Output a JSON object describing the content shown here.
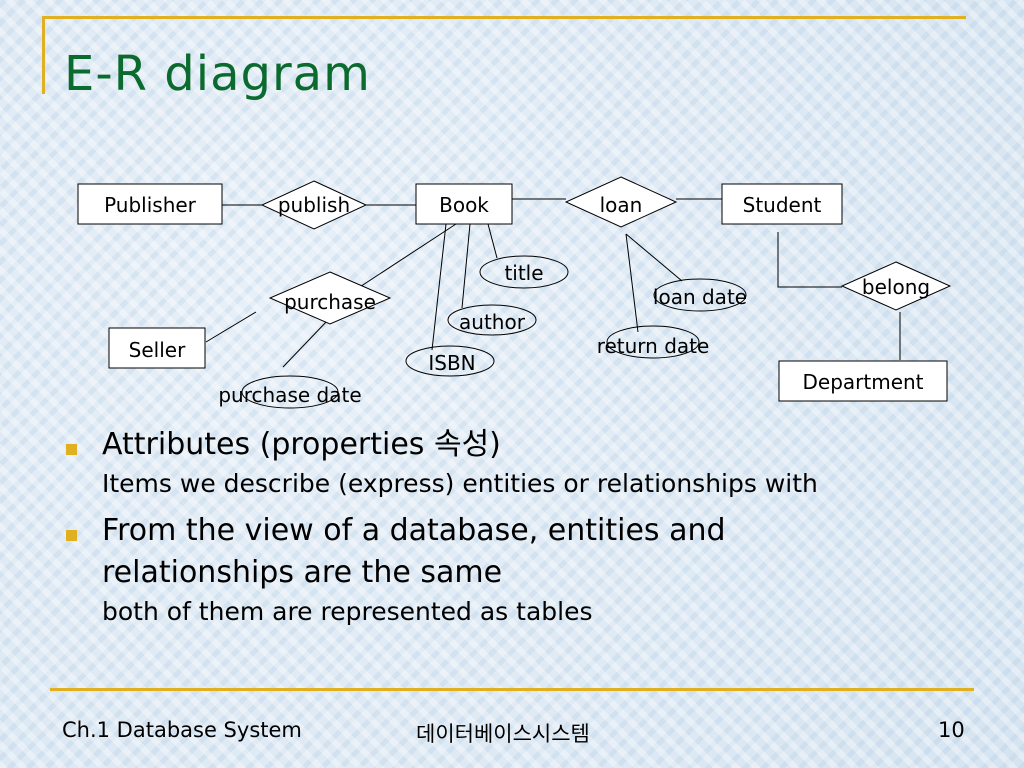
{
  "slide": {
    "title": "E-R diagram",
    "page_number": "10",
    "footer_left": "Ch.1 Database System",
    "footer_center": "데이터베이스시스템"
  },
  "diagram": {
    "entities": {
      "publisher": "Publisher",
      "book": "Book",
      "student": "Student",
      "seller": "Seller",
      "department": "Department"
    },
    "relationships": {
      "publish": "publish",
      "loan": "loan",
      "purchase": "purchase",
      "belong": "belong"
    },
    "attributes": {
      "title": "title",
      "author": "author",
      "isbn": "ISBN",
      "loan_date": "loan date",
      "return_date": "return date",
      "purchase_date": "purchase date"
    }
  },
  "bullets": [
    {
      "text": "Attributes (properties 속성)",
      "sub": "Items we describe (express) entities or relationships with"
    },
    {
      "text_line1": "From the view of a database, entities and",
      "text_line2": "relationships are the same",
      "sub": "both of them are represented as tables"
    }
  ],
  "colors": {
    "title": "#0b6b2f",
    "accent": "#e0b020",
    "background": "#dde9f4"
  }
}
